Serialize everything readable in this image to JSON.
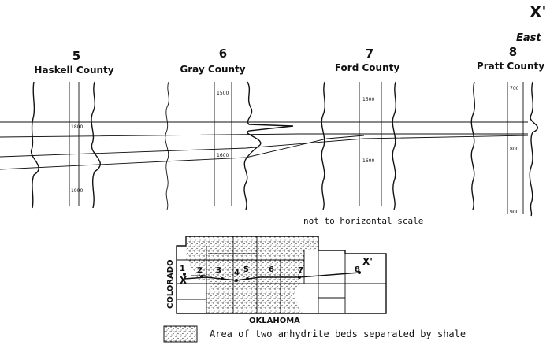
{
  "section": {
    "end_label": "X'",
    "direction": "East",
    "note": "not to horizontal scale"
  },
  "wells": [
    {
      "number": "5",
      "county": "Haskell County",
      "depths": [
        "1800",
        "1900"
      ]
    },
    {
      "number": "6",
      "county": "Gray County",
      "depths": [
        "1500",
        "1600"
      ]
    },
    {
      "number": "7",
      "county": "Ford County",
      "depths": [
        "1500",
        "1600"
      ]
    },
    {
      "number": "8",
      "county": "Pratt County",
      "depths": [
        "700",
        "800",
        "900"
      ]
    }
  ],
  "index_map": {
    "state_west": "COLORADO",
    "state_south": "OKLAHOMA",
    "start_label": "X",
    "end_label": "X'",
    "well_numbers": [
      "1",
      "2",
      "3",
      "4",
      "5",
      "6",
      "7",
      "8"
    ]
  },
  "legend": {
    "text": "Area of two anhydrite beds separated by shale"
  }
}
